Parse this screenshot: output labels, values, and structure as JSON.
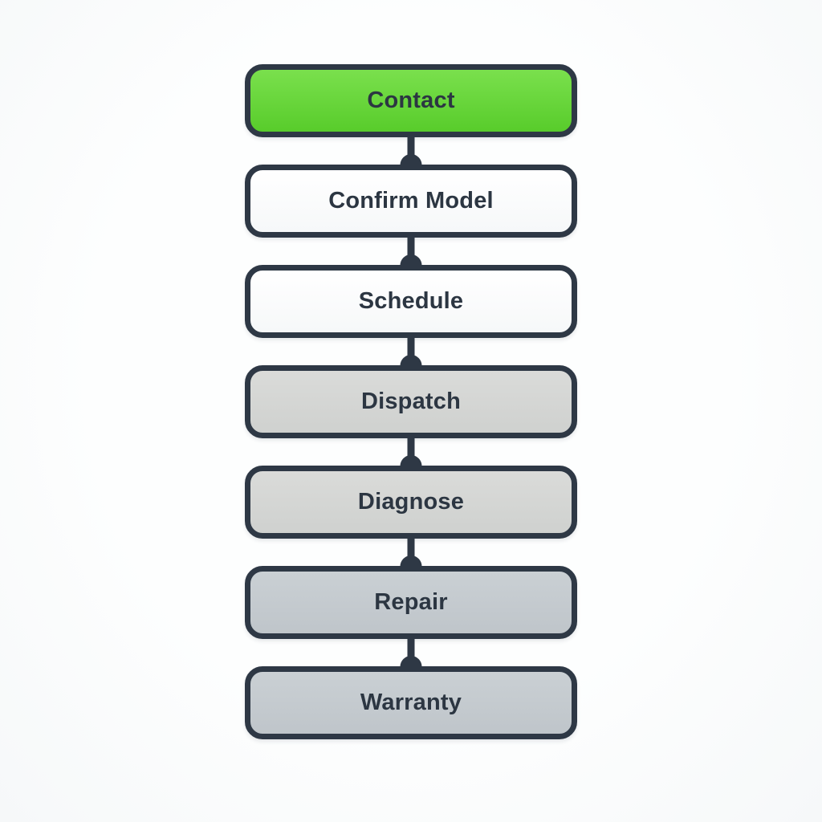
{
  "flowchart": {
    "type": "vertical-process-flow",
    "nodes": [
      {
        "label": "Contact",
        "state": "active",
        "fill": "green"
      },
      {
        "label": "Confirm Model",
        "state": "pending",
        "fill": "white"
      },
      {
        "label": "Schedule",
        "state": "pending",
        "fill": "white"
      },
      {
        "label": "Dispatch",
        "state": "upcoming",
        "fill": "light-gray"
      },
      {
        "label": "Diagnose",
        "state": "upcoming",
        "fill": "light-gray"
      },
      {
        "label": "Repair",
        "state": "upcoming",
        "fill": "blue-gray"
      },
      {
        "label": "Warranty",
        "state": "upcoming",
        "fill": "blue-gray"
      }
    ],
    "colors": {
      "accent_green_top": "#7ae04d",
      "accent_green_bottom": "#58cc2b",
      "outline": "#2e3845",
      "text": "#2c3642",
      "fill_white": "#ffffff",
      "fill_light_gray": "#d5d6d4",
      "fill_blue_gray": "#c4c9cd",
      "background": "#fbfcfd"
    }
  }
}
